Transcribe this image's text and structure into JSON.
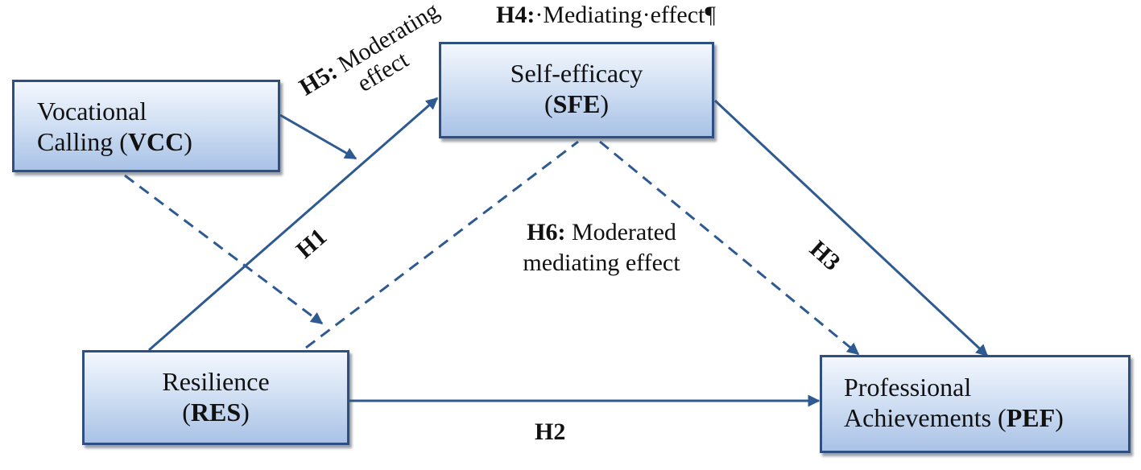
{
  "nodes": {
    "vcc": {
      "line1": "Vocational",
      "line2_text": "Calling (",
      "line2_abbr": "VCC",
      "line2_close": ")"
    },
    "sfe": {
      "line1": "Self-efficacy",
      "line2_open": "(",
      "line2_abbr": "SFE",
      "line2_close": ")"
    },
    "res": {
      "line1": "Resilience",
      "line2_open": "(",
      "line2_abbr": "RES",
      "line2_close": ")"
    },
    "pef": {
      "line1": "Professional",
      "line2_text": "Achievements (",
      "line2_abbr": "PEF",
      "line2_close": ")"
    }
  },
  "hypotheses": {
    "h1": {
      "code": "H1"
    },
    "h2": {
      "code": "H2"
    },
    "h3": {
      "code": "H3"
    },
    "h4": {
      "code": "H4:",
      "text": "·Mediating·effect¶"
    },
    "h5": {
      "code": "H5:",
      "text1": " Moderating",
      "text2": "effect"
    },
    "h6": {
      "code": "H6:",
      "text1": " Moderated",
      "text2": "mediating effect"
    }
  },
  "colors": {
    "line": "#2e5a92",
    "border": "#2e4f82"
  }
}
